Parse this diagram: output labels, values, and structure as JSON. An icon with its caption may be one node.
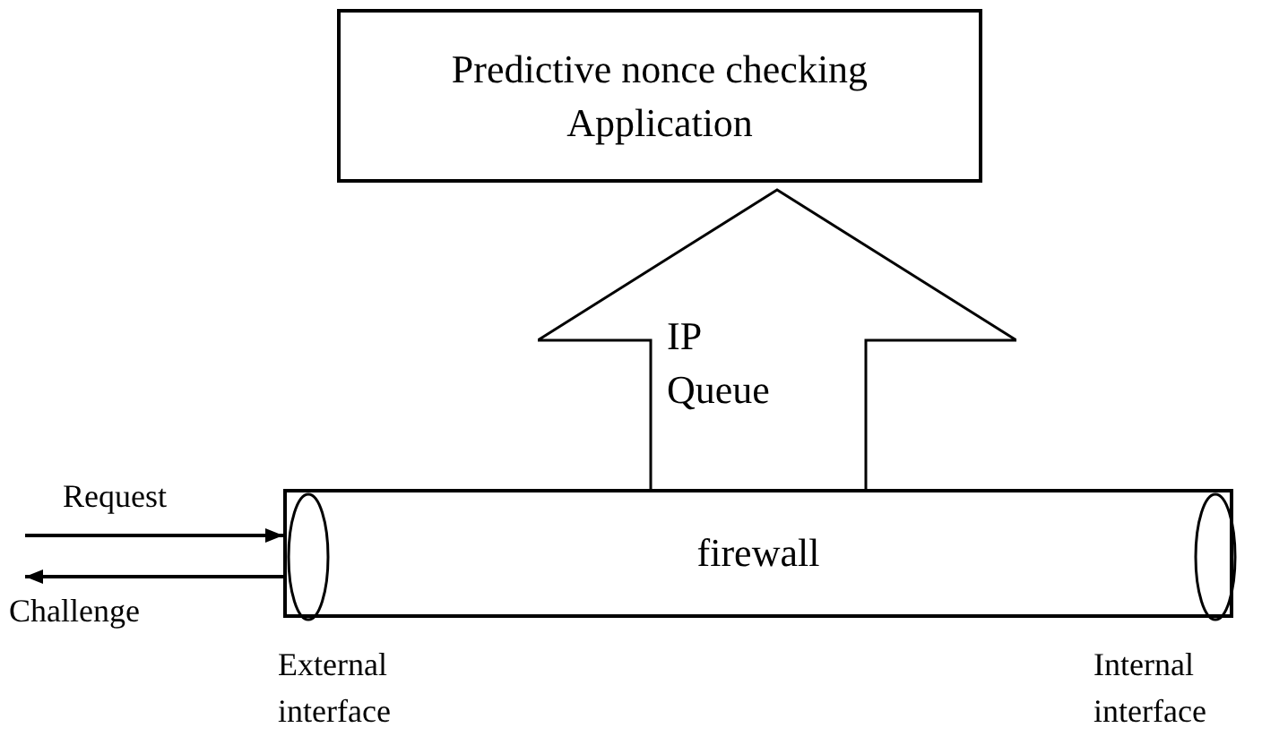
{
  "diagram": {
    "nodes": [
      {
        "text": [
          "Predictive nonce checking Application"
        ]
      },
      {
        "text": [
          "IP Queue"
        ]
      },
      {
        "text": [
          "firewall"
        ]
      },
      {
        "text": [],
        "shape": "ellipse",
        "in": 2,
        "beside": [
          "External interface"
        ]
      },
      {
        "text": [],
        "shape": "ellipse",
        "in": 2,
        "beside": [
          "Internal interface"
        ]
      }
    ],
    "edges": [
      {
        "from": null,
        "to": 3,
        "arrow": "to",
        "label": "Request"
      },
      {
        "from": 3,
        "to": null,
        "arrow": "to",
        "label": "Challenge"
      }
    ]
  }
}
